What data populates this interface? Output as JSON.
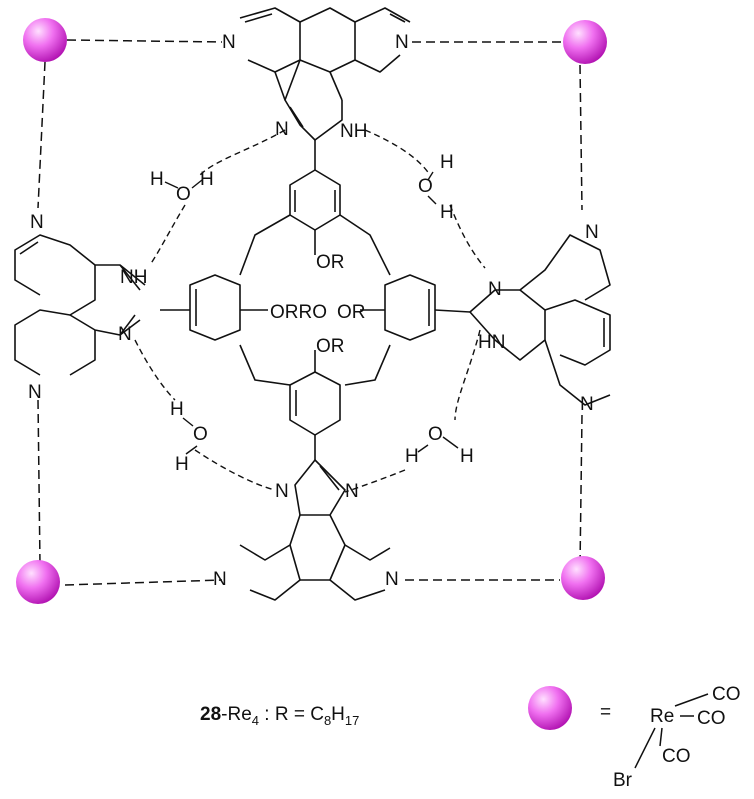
{
  "structure": {
    "atoms": {
      "N": "N",
      "NH": "NH",
      "HN": "HN",
      "H": "H",
      "O": "O",
      "OR": "OR",
      "RO": "RO",
      "ORRO": "ORRO"
    }
  },
  "caption": {
    "compound_number": "28",
    "complex_suffix": "-Re",
    "re_count": "4",
    "r_definition": " : R = C",
    "carbon_count": "8",
    "h_symbol": "H",
    "hydrogen_count": "17"
  },
  "legend": {
    "equals": "=",
    "metal": "Re",
    "ligand_co": "CO",
    "ligand_br": "Br"
  },
  "colors": {
    "metal_sphere": "#e040e0",
    "bond": "#111111"
  }
}
